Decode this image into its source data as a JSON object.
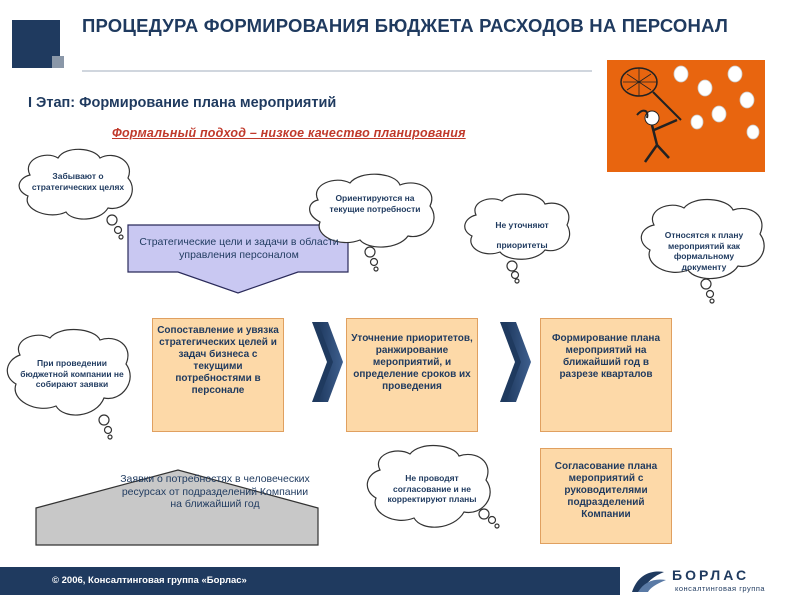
{
  "header": {
    "title": "ПРОЦЕДУРА ФОРМИРОВАНИЯ БЮДЖЕТА РАСХОДОВ НА ПЕРСОНАЛ",
    "stage": "I Этап: Формирование плана мероприятий",
    "subtitle": "Формальный подход – низкое качество планирования"
  },
  "clouds": [
    "Забывают о стратегических целях",
    "Ориентируются на текущие потребности",
    "Не уточняют приоритеты",
    "Относятся к плану мероприятий как формальному документу",
    "При проведении бюджетной компании не собирают заявки",
    "Не проводят согласование и не корректируют планы"
  ],
  "arrows": {
    "strategic": "Стратегические цели и задачи в области управления персоналом",
    "requests": "Заявки о потребностях в человеческих ресурсах от подразделений Компании на ближайший год"
  },
  "boxes": [
    "Сопоставление и увязка стратегических целей и задач бизнеса с текущими потребностями в персонале",
    "Уточнение приоритетов, ранжирование мероприятий, и определение сроков их проведения",
    "Формирование плана мероприятий на ближайший год в разрезе кварталов",
    "Согласование плана мероприятий с руководителями подразделений Компании"
  ],
  "colors": {
    "navy": "#1f3a5f",
    "box_fill": "#fdd9a8",
    "arrow_fill": "#c9c8f2",
    "grey_arrow": "#c8c8c8",
    "accent_red": "#c0392b",
    "illustration_bg": "#e8650f"
  },
  "footer": {
    "copyright": "© 2006, Консалтинговая группа «Борлас»",
    "brand": "БОРЛАС",
    "brand_sub": "консалтинговая группа"
  },
  "icons": [
    "logo-square-icon",
    "net-catching-ideas-illustration",
    "borlas-logo-icon",
    "thought-cloud-icon"
  ]
}
